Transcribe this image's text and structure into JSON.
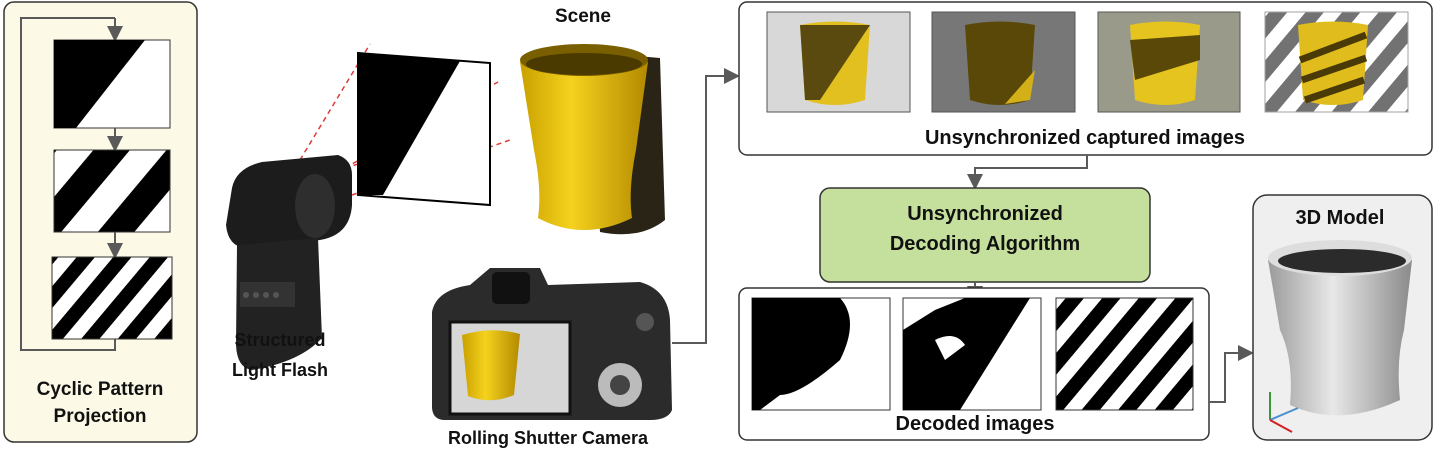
{
  "pattern_panel": {
    "label_line1": "Cyclic Pattern",
    "label_line2": "Projection",
    "background": "#fcfae6"
  },
  "flash": {
    "label_line1": "Structured",
    "label_line2": "Light Flash"
  },
  "scene": {
    "label": "Scene"
  },
  "camera": {
    "label": "Rolling Shutter Camera"
  },
  "captured": {
    "label": "Unsynchronized captured images"
  },
  "algorithm": {
    "label_line1": "Unsynchronized",
    "label_line2": "Decoding Algorithm",
    "background": "#c5df9c"
  },
  "decoded": {
    "label": "Decoded images"
  },
  "model": {
    "label": "3D Model",
    "background": "#efefef"
  },
  "colors": {
    "cup_yellow": "#e8c417",
    "arrow": "#5a5a5a",
    "projection_lines": "#e03a3a"
  }
}
